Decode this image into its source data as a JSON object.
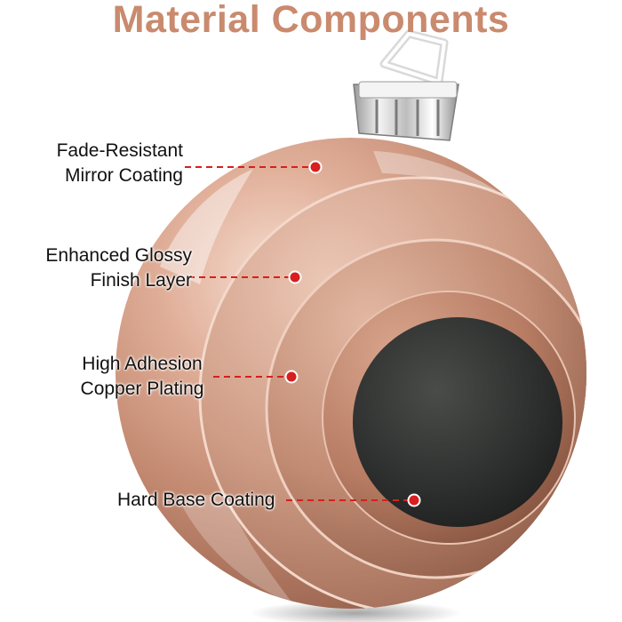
{
  "title": "Material Components",
  "colors": {
    "title": "#c98a6e",
    "pointer": "#d81e1e",
    "ornament_base": "#c48a72",
    "ornament_light": "#f1d3c3",
    "ornament_dark": "#8a5a46",
    "core": "#2b2d2c"
  },
  "labels": {
    "mirror_coating": {
      "line1": "Fade-Resistant",
      "line2": "Mirror Coating"
    },
    "glossy_layer": {
      "line1": "Enhanced Glossy",
      "line2": "Finish Layer"
    },
    "copper_plating": {
      "line1": "High Adhesion",
      "line2": "Copper Plating"
    },
    "base_coating": {
      "line1": "Hard Base Coating"
    }
  }
}
